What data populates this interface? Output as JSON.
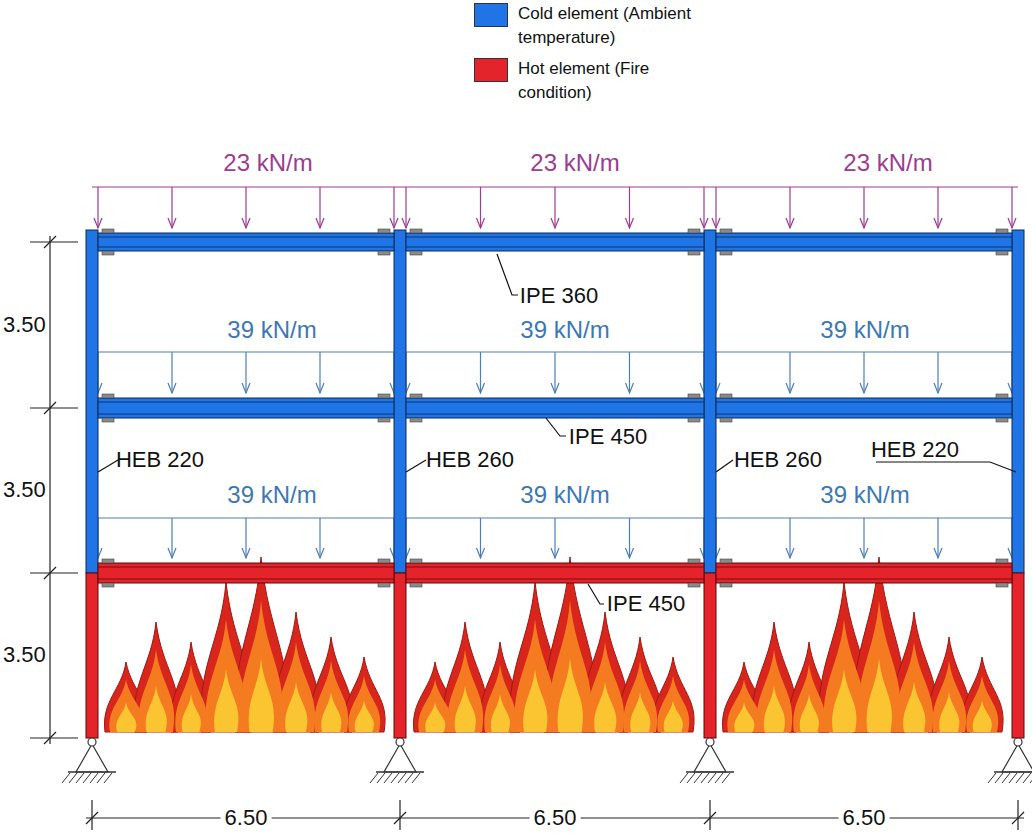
{
  "diagram": {
    "labels": [
      "23 kN/m",
      "23 kN/m",
      "23 kN/m",
      "39 kN/m",
      "39 kN/m",
      "39 kN/m",
      "39 kN/m",
      "39 kN/m",
      "39 kN/m",
      "IPE 360",
      "IPE 450",
      "HEB 220",
      "HEB 260",
      "HEB 260",
      "HEB 220",
      "IPE 450",
      "3.50",
      "3.50",
      "3.50",
      "6.50",
      "6.50",
      "6.50"
    ],
    "legend": [
      {
        "text": "Cold element (Ambient temperature)",
        "color": "#1f74e6"
      },
      {
        "text": "Hot element (Fire condition)",
        "color": "#e5232a"
      }
    ]
  }
}
